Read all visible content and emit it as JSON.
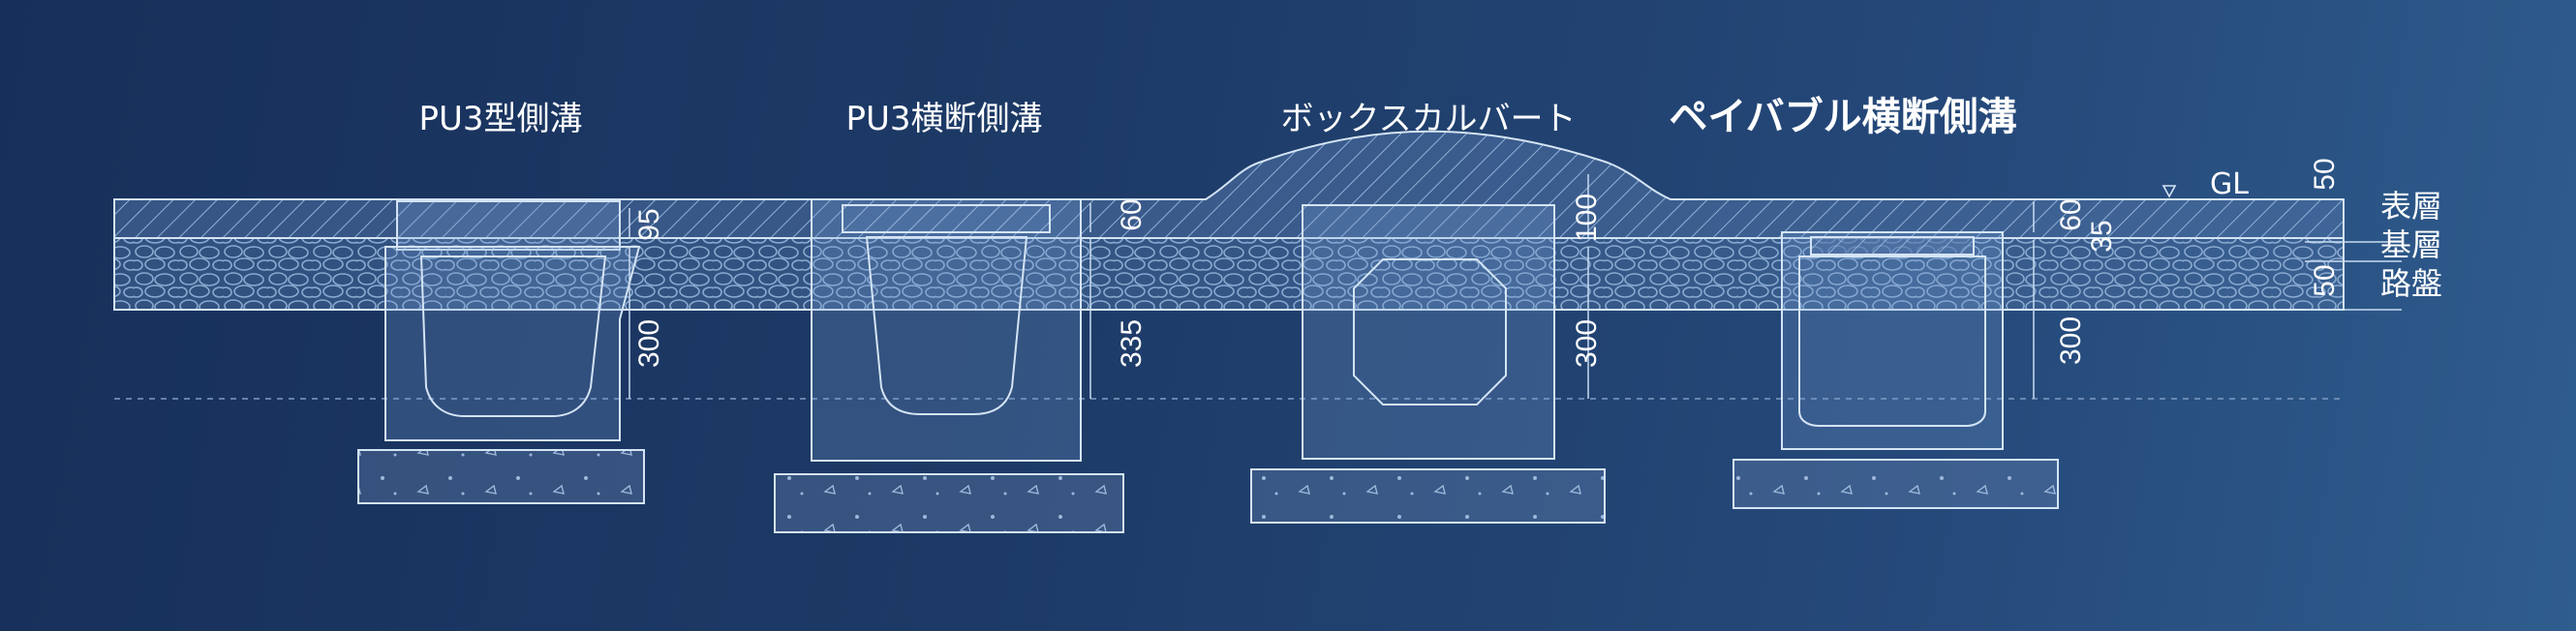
{
  "titles": {
    "pu3_side": "PU3型側溝",
    "pu3_cross": "PU3横断側溝",
    "box_culvert": "ボックスカルバート",
    "pavable": "ペイバブル横断側溝"
  },
  "ground_label": "GL",
  "layers": {
    "surface": "表層",
    "base": "基層",
    "subgrade": "路盤"
  },
  "dimensions": {
    "pu3_side_top": "95",
    "pu3_side_depth": "300",
    "pu3_cross_top": "60",
    "pu3_cross_depth": "335",
    "box_top": "100",
    "box_depth": "300",
    "pav_top": "60",
    "pav_top2": "35",
    "pav_depth": "300",
    "right_top": "50",
    "right_bottom": "50"
  },
  "colors": {
    "background_start": "#17305b",
    "background_end": "#2f5d8e",
    "line": "#d4e4f5"
  }
}
